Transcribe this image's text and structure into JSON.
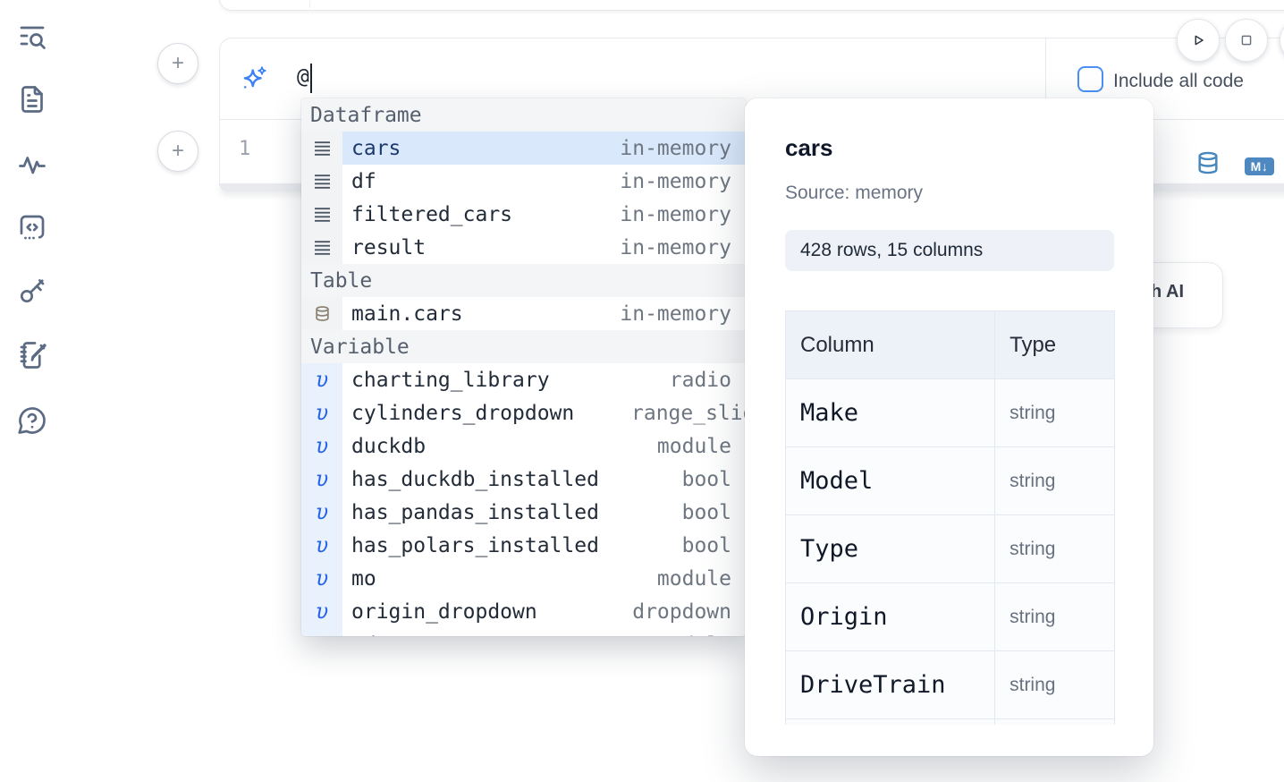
{
  "sidebar": {
    "icons": [
      "list-search-icon",
      "file-text-icon",
      "activity-icon",
      "code-snippet-icon",
      "key-icon",
      "notebook-edit-icon",
      "help-chat-icon"
    ]
  },
  "add_buttons": {
    "label": "+"
  },
  "run_controls": {
    "play_icon": "play-icon",
    "stop_icon": "stop-icon"
  },
  "ai_prompt": {
    "sparkle_icon": "sparkles-icon",
    "value": "@",
    "include_all_code_label": "Include all code",
    "checkbox_checked": false
  },
  "code_cell": {
    "line_number": "1",
    "markdown_badge": "M↓",
    "toolbar_icons": [
      "database-icon",
      "markdown-icon"
    ]
  },
  "ai_button": {
    "visible_label": "h AI"
  },
  "autocomplete": {
    "sections": [
      {
        "label": "Dataframe",
        "items": [
          {
            "name": "cars",
            "type": "in-memory",
            "icon": "dataframe-icon",
            "selected": true
          },
          {
            "name": "df",
            "type": "in-memory",
            "icon": "dataframe-icon"
          },
          {
            "name": "filtered_cars",
            "type": "in-memory",
            "icon": "dataframe-icon"
          },
          {
            "name": "result",
            "type": "in-memory",
            "icon": "dataframe-icon"
          }
        ]
      },
      {
        "label": "Table",
        "items": [
          {
            "name": "main.cars",
            "type": "in-memory",
            "icon": "database-icon"
          }
        ]
      },
      {
        "label": "Variable",
        "items": [
          {
            "name": "charting_library",
            "type": "radio",
            "icon": "variable-icon"
          },
          {
            "name": "cylinders_dropdown",
            "type": "range_slider",
            "icon": "variable-icon",
            "clip": true
          },
          {
            "name": "duckdb",
            "type": "module",
            "icon": "variable-icon"
          },
          {
            "name": "has_duckdb_installed",
            "type": "bool",
            "icon": "variable-icon"
          },
          {
            "name": "has_pandas_installed",
            "type": "bool",
            "icon": "variable-icon"
          },
          {
            "name": "has_polars_installed",
            "type": "bool",
            "icon": "variable-icon"
          },
          {
            "name": "mo",
            "type": "module",
            "icon": "variable-icon"
          },
          {
            "name": "origin_dropdown",
            "type": "dropdown",
            "icon": "variable-icon"
          },
          {
            "name": "pd",
            "type": "module",
            "icon": "variable-icon"
          }
        ]
      }
    ]
  },
  "preview_panel": {
    "title": "cars",
    "source": "Source: memory",
    "shape_badge": "428 rows, 15 columns",
    "table": {
      "headers": [
        "Column",
        "Type"
      ],
      "rows": [
        {
          "column": "Make",
          "type": "string"
        },
        {
          "column": "Model",
          "type": "string"
        },
        {
          "column": "Type",
          "type": "string"
        },
        {
          "column": "Origin",
          "type": "string"
        },
        {
          "column": "DriveTrain",
          "type": "string"
        }
      ]
    }
  },
  "colors": {
    "accent_blue": "#3b82f6",
    "selected_row_bg": "#d9e8fb",
    "steel_blue": "#4d89c0",
    "icon_slate": "#5b6b84"
  }
}
